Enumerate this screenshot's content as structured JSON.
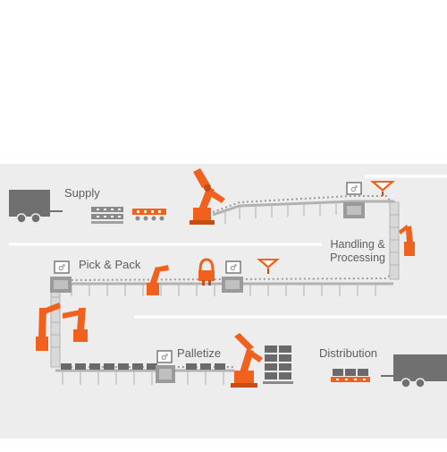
{
  "diagram": {
    "stages": {
      "supply": "Supply",
      "pick_pack": "Pick & Pack",
      "handling_line1": "Handling &",
      "handling_line2": "Processing",
      "palletize": "Palletize",
      "distribution": "Distribution"
    },
    "colors": {
      "background": "#ededed",
      "robot": "#f0611e",
      "truck": "#707070",
      "conveyor": "#b2b2b2",
      "dotted_track": "#9a9a9a",
      "box": "#6a6a6a",
      "text": "#5e5e5e"
    },
    "icons": [
      "truck-icon",
      "conveyor-icon",
      "industrial-robot-icon",
      "delta-robot-icon",
      "scanner-station-icon",
      "pallet-stack-icon"
    ]
  }
}
